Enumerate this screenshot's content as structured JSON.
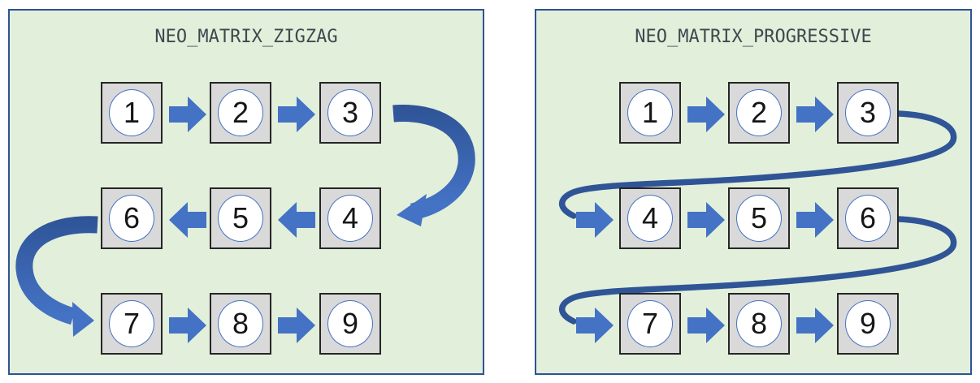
{
  "panels": [
    {
      "id": "zigzag",
      "title": "NEO_MATRIX_ZIGZAG",
      "cells": [
        "1",
        "2",
        "3",
        "6",
        "5",
        "4",
        "7",
        "8",
        "9"
      ],
      "sequence": "1,2,3,4,5,6,7,8,9",
      "row_direction": [
        "right",
        "left",
        "right"
      ],
      "wrap_connector": "curved-block-arrow"
    },
    {
      "id": "progressive",
      "title": "NEO_MATRIX_PROGRESSIVE",
      "cells": [
        "1",
        "2",
        "3",
        "4",
        "5",
        "6",
        "7",
        "8",
        "9"
      ],
      "sequence": "1,2,3,4,5,6,7,8,9",
      "row_direction": [
        "right",
        "right",
        "right"
      ],
      "wrap_connector": "s-curve-line"
    }
  ],
  "colors": {
    "panel_bg": "#e2efda",
    "panel_border": "#2e5395",
    "box_bg": "#d9d9d9",
    "box_border": "#262626",
    "circle_border": "#4472c4",
    "arrow": "#4472c4",
    "arrow_dark": "#2e5395",
    "connector": "#2f5597",
    "title_color": "#3f4850",
    "number_color": "#161616",
    "page_bg": "#ffffff"
  }
}
